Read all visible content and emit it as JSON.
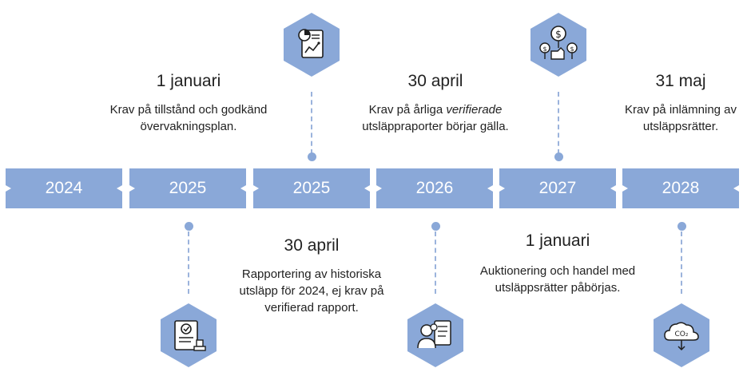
{
  "timeline": {
    "years": [
      "2024",
      "2025",
      "2025",
      "2026",
      "2027",
      "2028"
    ],
    "accent_color": "#8aa8d8",
    "events_top": [
      {
        "heading": "1 januari",
        "text": "Krav på tillstånd och godkänd övervakningsplan."
      },
      {
        "heading": "30 april",
        "text_before": "Krav på årliga ",
        "text_emphasis": "verifierade",
        "text_after": " utsläppraporter börjar gälla."
      },
      {
        "heading": "31 maj",
        "text": "Krav på inlämning av utsläppsrätter."
      }
    ],
    "events_bottom": [
      {
        "heading": "30 april",
        "text": "Rapportering av historiska utsläpp för 2024, ej krav på verifierad rapport."
      },
      {
        "heading": "1 januari",
        "text": "Auktionering och handel med utsläppsrätter påbörjas."
      }
    ],
    "icons": {
      "top_1": "report-chart-icon",
      "top_2": "money-growth-icon",
      "bottom_1": "certificate-stamp-icon",
      "bottom_2": "inspector-checklist-icon",
      "bottom_3": "co2-cloud-icon",
      "co2_label": "CO₂"
    }
  }
}
